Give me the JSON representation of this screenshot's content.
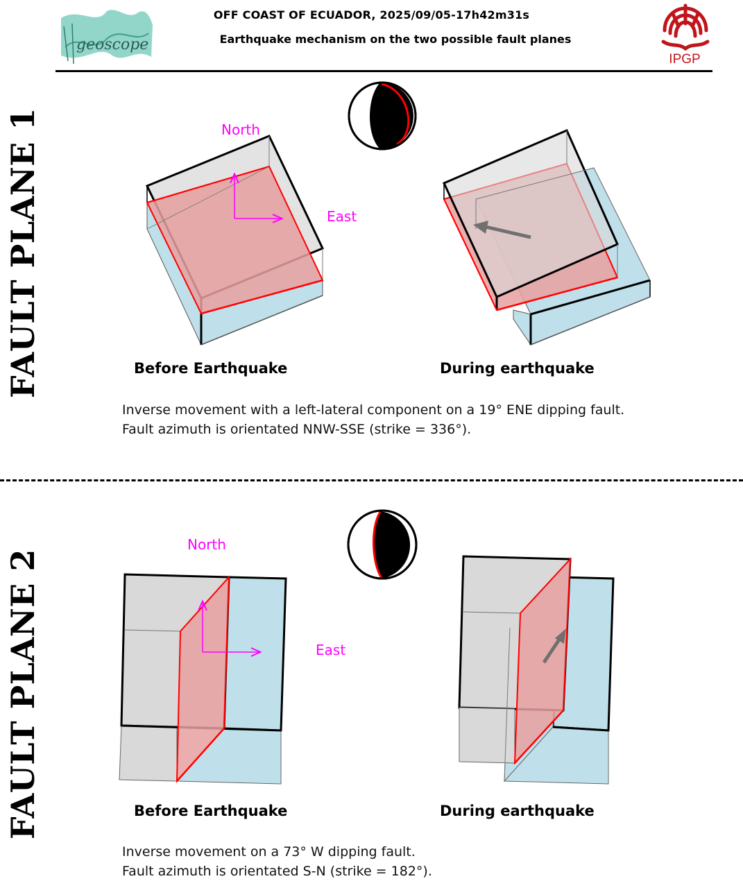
{
  "header": {
    "title_line1": "OFF COAST OF ECUADOR, 2025/09/05-17h42m31s",
    "title_line2": "Earthquake mechanism on the two possible fault planes",
    "logo_left_text": "geoscope",
    "logo_right_text": "IPGP"
  },
  "fault_plane_1": {
    "side_label": "FAULT PLANE 1",
    "compass_north": "North",
    "compass_east": "East",
    "caption_before": "Before Earthquake",
    "caption_during": "During earthquake",
    "description_line1": "Inverse movement with a left-lateral component on a 19° ENE dipping fault.",
    "description_line2": "Fault azimuth is orientated NNW-SSE (strike = 336°)."
  },
  "fault_plane_2": {
    "side_label": "FAULT PLANE 2",
    "compass_north": "North",
    "compass_east": "East",
    "caption_before": "Before Earthquake",
    "caption_during": "During earthquake",
    "description_line1": "Inverse movement on a 73° W dipping fault.",
    "description_line2": "Fault azimuth is orientated S-N (strike = 182°)."
  },
  "colors": {
    "compass": "#ff00ff",
    "fault_plane": "#e8a0a0",
    "fault_edge": "#ff0000",
    "hanging_block": "#d9d9d9",
    "foot_block": "#bfe0ea",
    "arrow": "#707070",
    "ipgp": "#c0151b",
    "geoscope": "#6fc6b6"
  }
}
